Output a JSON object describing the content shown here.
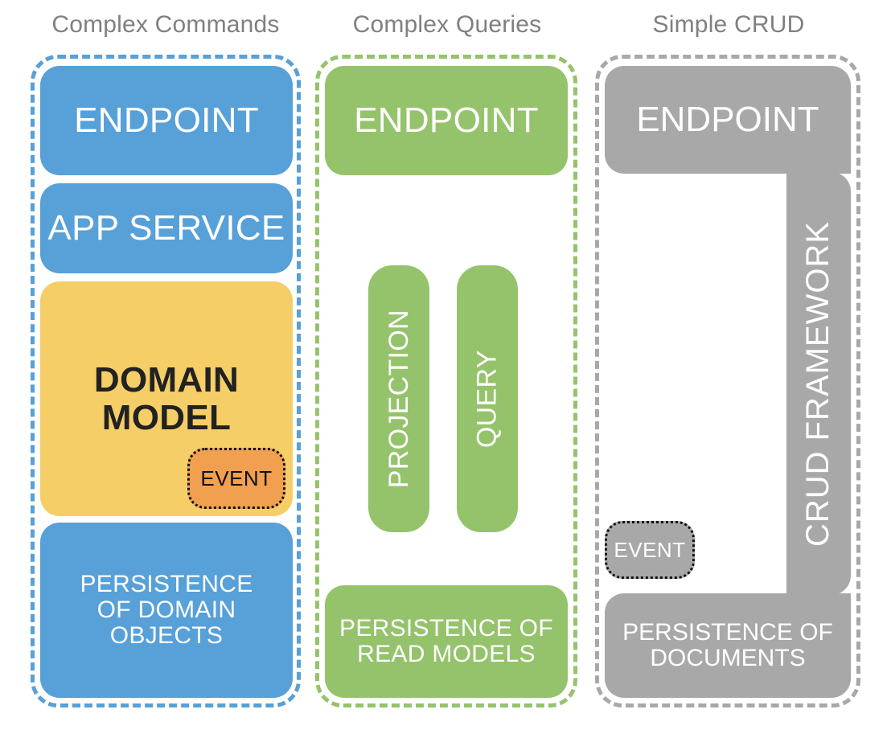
{
  "diagram": {
    "title_row": [
      {
        "label": "Complex Commands"
      },
      {
        "label": "Complex Queries"
      },
      {
        "label": "Simple CRUD"
      }
    ],
    "columns": [
      {
        "name": "complex-commands",
        "accent": "#57a0d8",
        "blocks": [
          {
            "name": "endpoint",
            "label": "ENDPOINT",
            "color": "#57a0d8"
          },
          {
            "name": "app-service",
            "label": "APP SERVICE",
            "color": "#57a0d8"
          },
          {
            "name": "domain-model",
            "label_line1": "DOMAIN",
            "label_line2": "MODEL",
            "color": "#f6ce68"
          },
          {
            "name": "persistence-of-domain-objects",
            "label_line1": "PERSISTENCE",
            "label_line2": "OF DOMAIN",
            "label_line3": "OBJECTS",
            "color": "#57a0d8"
          }
        ],
        "badge": {
          "name": "event-badge-domain",
          "label": "EVENT",
          "color": "#f0a04f"
        }
      },
      {
        "name": "complex-queries",
        "accent": "#95c36b",
        "blocks": [
          {
            "name": "endpoint",
            "label": "ENDPOINT",
            "color": "#95c36b"
          },
          {
            "name": "projection",
            "label": "PROJECTION",
            "color": "#95c36b",
            "orientation": "vertical"
          },
          {
            "name": "query",
            "label": "QUERY",
            "color": "#95c36b",
            "orientation": "vertical"
          },
          {
            "name": "persistence-of-read-models",
            "label_line1": "PERSISTENCE OF",
            "label_line2": "READ MODELS",
            "color": "#95c36b"
          }
        ]
      },
      {
        "name": "simple-crud",
        "accent": "#a8a8a8",
        "blocks": [
          {
            "name": "endpoint",
            "label": "ENDPOINT",
            "color": "#a8a8a8"
          },
          {
            "name": "crud-framework",
            "label": "CRUD FRAMEWORK",
            "color": "#a8a8a8",
            "orientation": "vertical"
          },
          {
            "name": "persistence-of-documents",
            "label_line1": "PERSISTENCE OF",
            "label_line2": "DOCUMENTS",
            "color": "#a8a8a8"
          }
        ],
        "badge": {
          "name": "event-badge-crud",
          "label": "EVENT",
          "color": "#a8a8a8"
        }
      }
    ]
  }
}
